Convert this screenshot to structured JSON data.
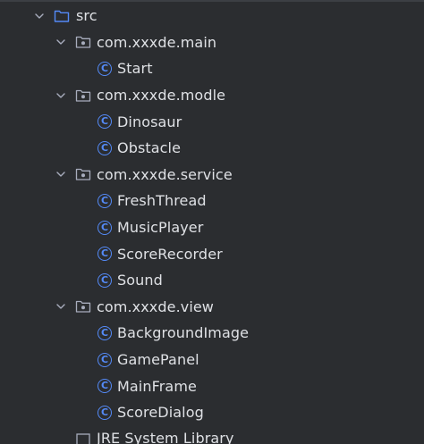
{
  "tree": {
    "root": {
      "label": "src",
      "icon": "source-folder-icon",
      "expanded": true
    },
    "packages": [
      {
        "label": "com.xxxde.main",
        "icon": "package-icon",
        "expanded": true,
        "classes": [
          "Start"
        ]
      },
      {
        "label": "com.xxxde.modle",
        "icon": "package-icon",
        "expanded": true,
        "classes": [
          "Dinosaur",
          "Obstacle"
        ]
      },
      {
        "label": "com.xxxde.service",
        "icon": "package-icon",
        "expanded": true,
        "classes": [
          "FreshThread",
          "MusicPlayer",
          "ScoreRecorder",
          "Sound"
        ]
      },
      {
        "label": "com.xxxde.view",
        "icon": "package-icon",
        "expanded": true,
        "classes": [
          "BackgroundImage",
          "GamePanel",
          "MainFrame",
          "ScoreDialog"
        ]
      }
    ],
    "partial_next": {
      "label": "JRE System Library",
      "icon": "library-icon"
    },
    "class_icon_letter": "C"
  },
  "colors": {
    "background": "#2b2d30",
    "text": "#dfe1e5",
    "class_icon": "#548af7",
    "folder_icon": "#548af7",
    "chevron": "#a8adbd"
  }
}
